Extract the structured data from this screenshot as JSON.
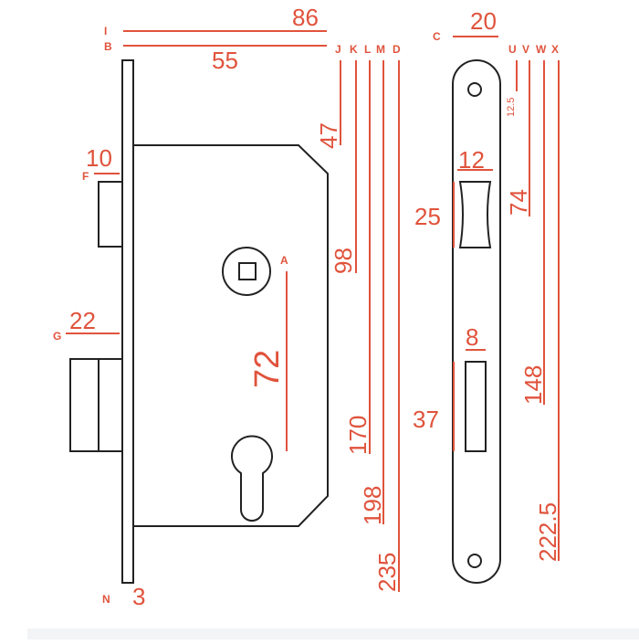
{
  "colors": {
    "accent": "#e0533c",
    "outline": "#222222",
    "background": "#ffffff"
  },
  "letters": {
    "I": "I",
    "B": "B",
    "F": "F",
    "G": "G",
    "N": "N",
    "A": "A",
    "J": "J",
    "K": "K",
    "L": "L",
    "M": "M",
    "D": "D",
    "C": "C",
    "U": "U",
    "V": "V",
    "W": "W",
    "X": "X"
  },
  "dims": {
    "i_86": "86",
    "b_55": "55",
    "f_10": "10",
    "g_22": "22",
    "n_3": "3",
    "a_72": "72",
    "j_47": "47",
    "k_98": "98",
    "l_170": "170",
    "m_198": "198",
    "d_235": "235",
    "c_20": "20",
    "u_12_5": "12.5",
    "v_74": "74",
    "w_148": "148",
    "x_222_5": "222.5",
    "s_12": "12",
    "s_25": "25",
    "s_8": "8",
    "s_37": "37"
  }
}
